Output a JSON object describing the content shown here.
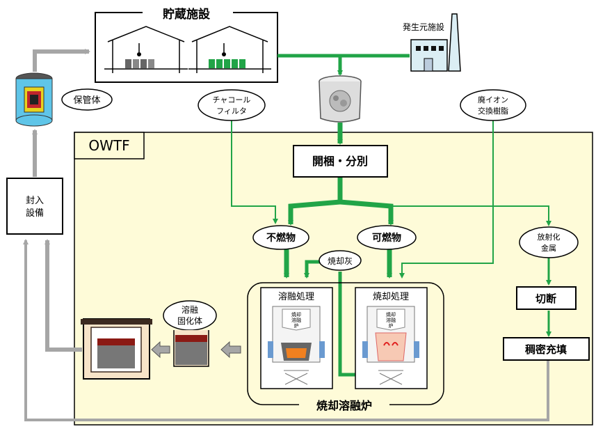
{
  "storage_title": "貯蔵施設",
  "generator_label": "発生元施設",
  "container_label": "保管体",
  "sealing_label": [
    "封入",
    "設備"
  ],
  "owtf_label": "OWTF",
  "charcoal_label": [
    "チャコール",
    "フィルタ"
  ],
  "resin_label": [
    "廃イオン",
    "交換樹脂"
  ],
  "unpack_label": "開梱・分別",
  "noncombustible_label": "不燃物",
  "combustible_label": "可燃物",
  "ash_label": "焼却灰",
  "activated_metal_label": [
    "放射化",
    "金属"
  ],
  "cutting_label": "切断",
  "dense_fill_label": "稠密充填",
  "melting_label": "溶融処理",
  "incineration_label": "焼却処理",
  "furnace_caption": [
    "焼却",
    "溶融",
    "炉"
  ],
  "molten_solid_label": [
    "溶融",
    "固化体"
  ],
  "furnace_label": "焼却溶融炉",
  "colors": {
    "green": "#21a447",
    "gray": "#a6a6a6",
    "owtf_bg": "#fefbd8",
    "building": "#dbeef4"
  }
}
